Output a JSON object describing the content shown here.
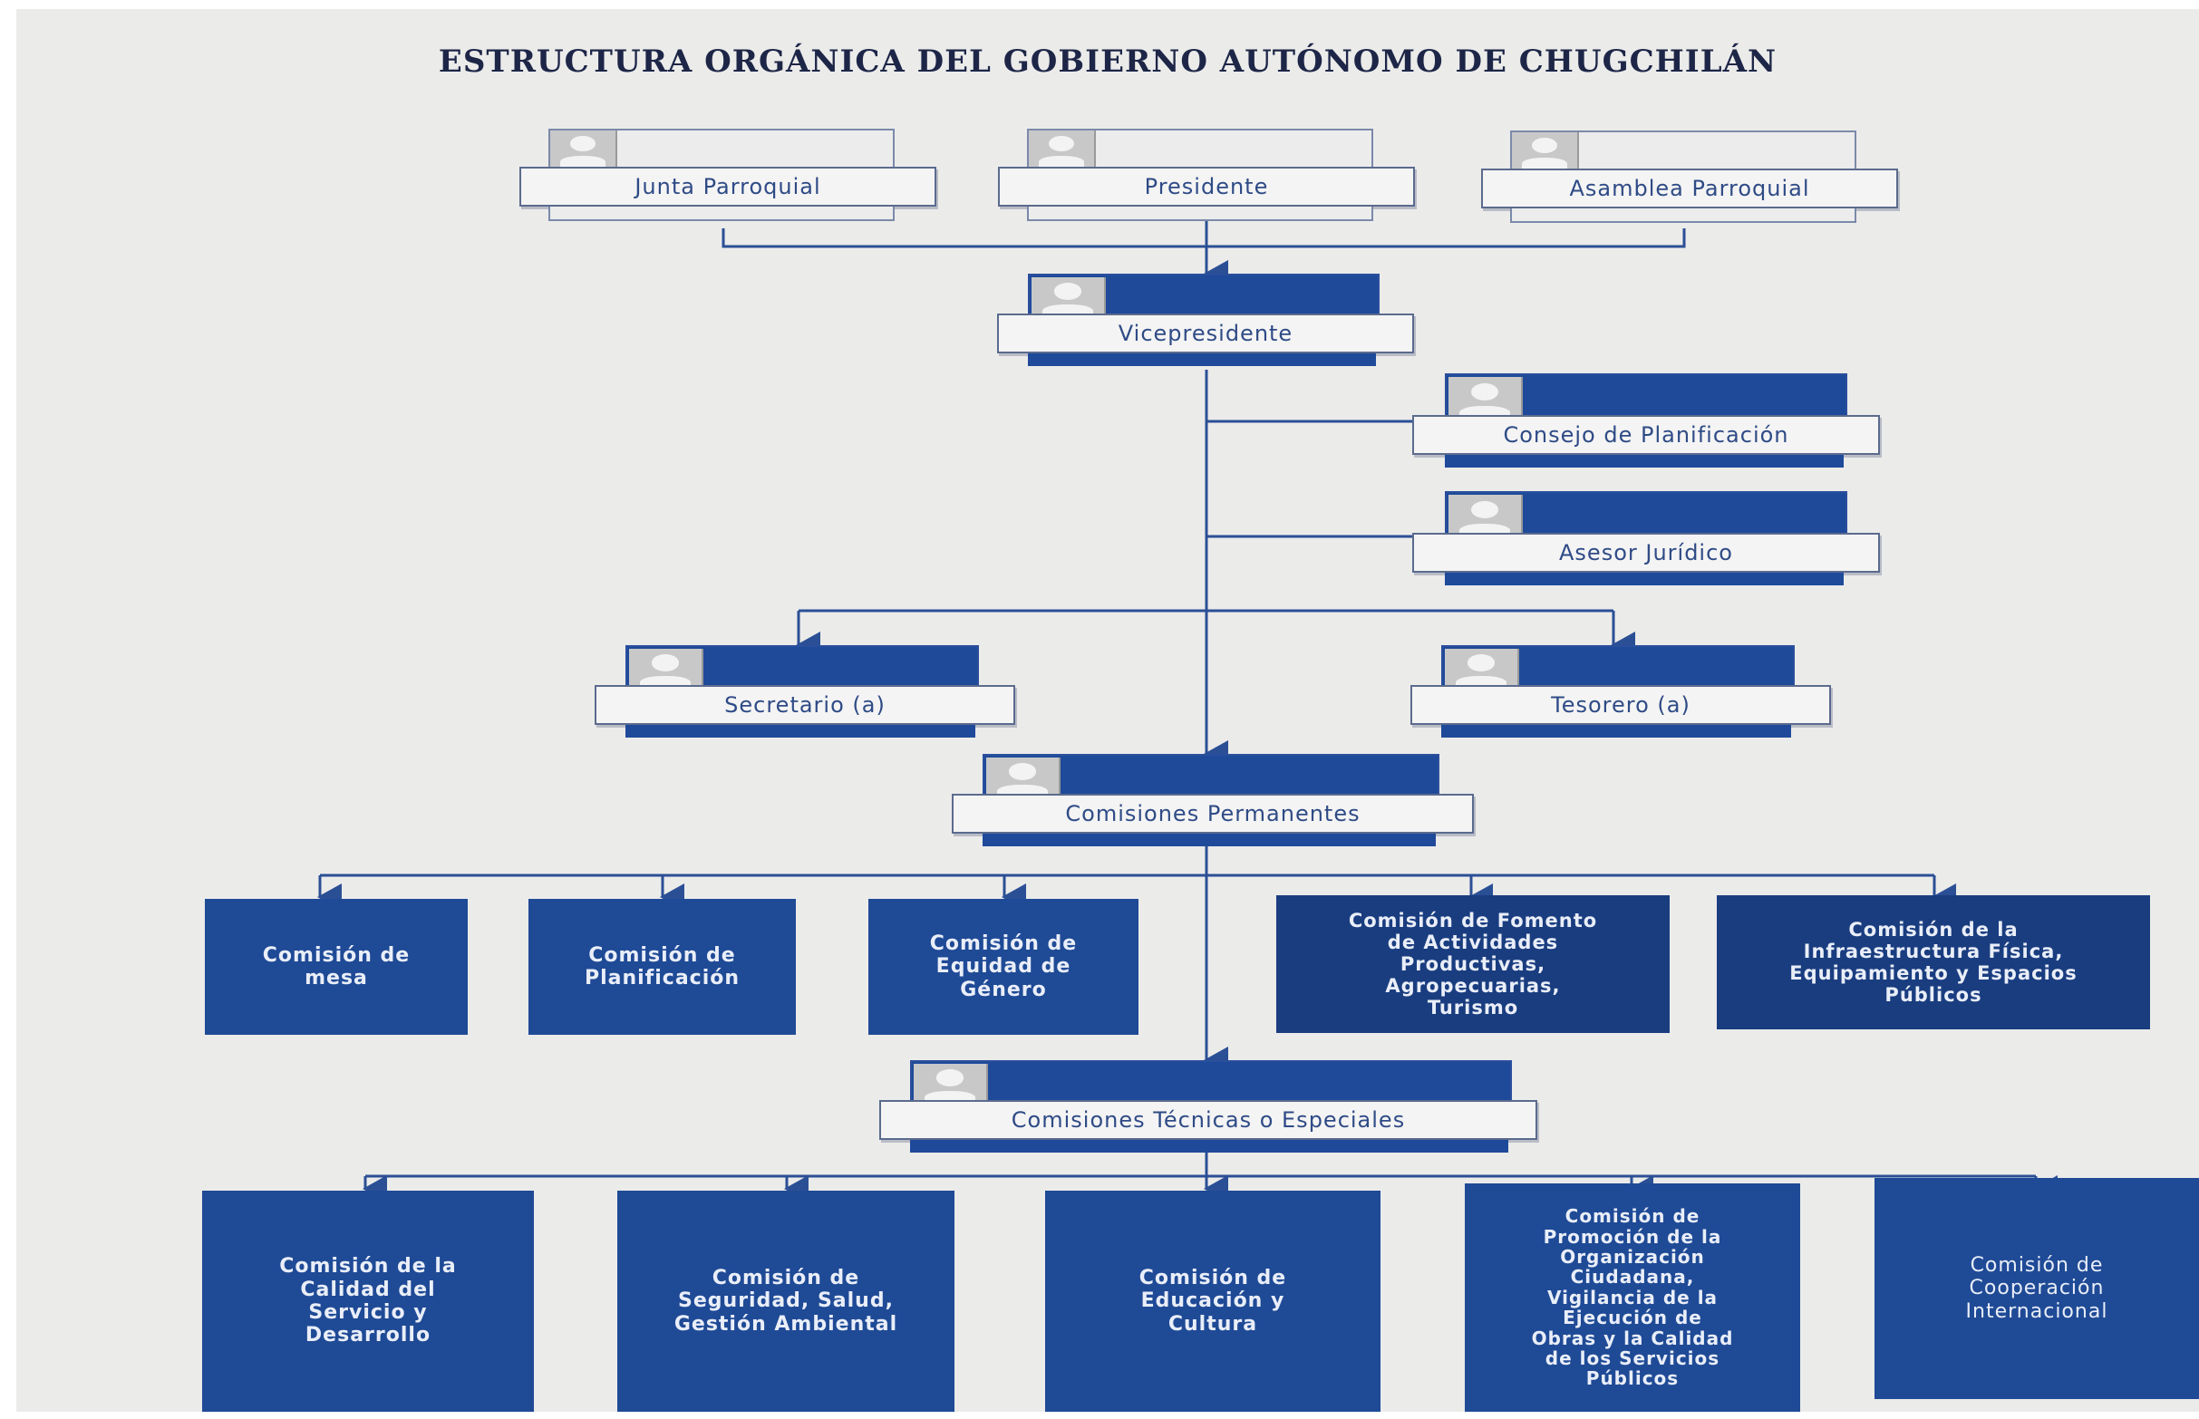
{
  "title": "ESTRUCTURA ORGÁNICA DEL GOBIERNO AUTÓNOMO DE CHUGCHILÁN",
  "nodes": {
    "junta": "Junta Parroquial",
    "presidente": "Presidente",
    "asamblea": "Asamblea Parroquial",
    "vicepresidente": "Vicepresidente",
    "consejo": "Consejo de Planificación",
    "asesor": "Asesor Jurídico",
    "secretario": "Secretario (a)",
    "tesorero": "Tesorero (a)",
    "permanentes": "Comisiones Permanentes",
    "tecnicas": "Comisiones Técnicas o Especiales"
  },
  "permanent_commissions": [
    "Comisión de\nmesa",
    "Comisión de\nPlanificación",
    "Comisión de\nEquidad de\nGénero",
    "Comisión de Fomento\nde Actividades\nProductivas,\nAgropecuarias,\nTurismo",
    "Comisión de la\nInfraestructura Física,\nEquipamiento y Espacios\nPúblicos"
  ],
  "technical_commissions": [
    "Comisión de la\nCalidad del\nServicio y\nDesarrollo",
    "Comisión de\nSeguridad, Salud,\nGestión Ambiental",
    "Comisión de\nEducación y\nCultura",
    "Comisión de\nPromoción de la\nOrganización\nCiudadana,\nVigilancia de la\nEjecución de\nObras y la Calidad\nde los Servicios\nPúblicos",
    "Comisión de\nCooperación\nInternacional"
  ],
  "colors": {
    "box_blue": "#1f4a96",
    "line_blue": "#2b4f95",
    "label_text": "#2f4b86",
    "title_text": "#1d2647"
  }
}
